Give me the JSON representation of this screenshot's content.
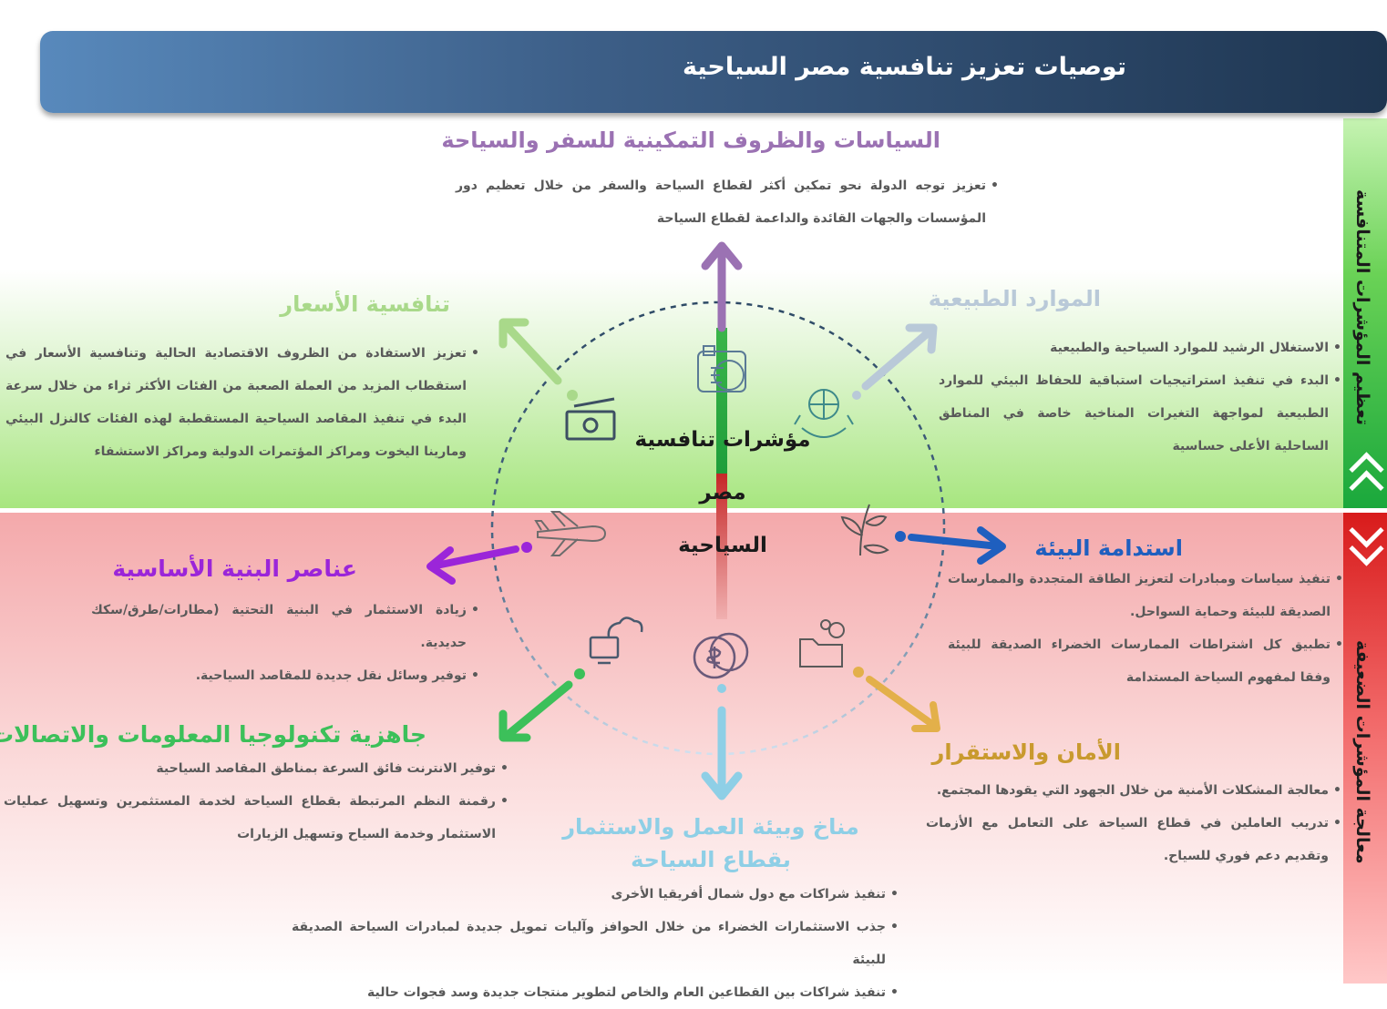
{
  "title": "توصيات تعزيز تنافسية مصر السياحية",
  "side": {
    "top": "تعظيم المؤشرات المتنافسة",
    "bottom": "معالجة المؤشرات الضعيفة"
  },
  "center": {
    "line1": "مؤشرات تنافسية",
    "line2": "مصر",
    "line3": "السياحية"
  },
  "sections": {
    "policies": {
      "heading": "السياسات والظروف التمكينية للسفر والسياحة",
      "items": [
        "تعزيز توجه الدولة نحو تمكين أكثر لقطاع السياحة والسفر من خلال تعظيم دور المؤسسات والجهات القائدة والداعمة لقطاع السياحة"
      ]
    },
    "prices": {
      "heading": "تنافسية الأسعار",
      "items": [
        "تعزيز الاستفادة من الظروف الاقتصادية الحالية وتنافسية الأسعار في استقطاب المزيد من العملة الصعبة من الفئات الأكثر ثراء من خلال سرعة البدء في تنفيذ المقاصد السياحية المستقطبة لهذه الفئات كالنزل البيئي ومارينا اليخوت ومراكز المؤتمرات الدولية ومراكز الاستشفاء"
      ]
    },
    "natural": {
      "heading": "الموارد الطبيعية",
      "items": [
        "الاستغلال الرشيد للموارد السياحية والطبيعية",
        "البدء في تنفيذ استراتيجيات استباقية للحفاظ البيئي للموارد الطبيعية لمواجهة التغيرات المناخية خاصة في المناطق الساحلية الأعلى حساسية"
      ]
    },
    "infrastructure": {
      "heading": "عناصر البنية الأساسية",
      "items": [
        "زيادة الاستثمار في البنية التحتية (مطارات/طرق/سكك حديدية.",
        "توفير وسائل نقل جديدة للمقاصد السياحية."
      ]
    },
    "sustainability": {
      "heading": "استدامة البيئة",
      "items": [
        "تنفيذ سياسات ومبادرات لتعزيز الطاقة المتجددة والممارسات الصديقة للبيئة وحماية السواحل.",
        "تطبيق كل اشتراطات الممارسات الخضراء الصديقة للبيئة وفقا لمفهوم السياحة المستدامة"
      ]
    },
    "ict": {
      "heading": "جاهزية تكنولوجيا المعلومات والاتصالات",
      "items": [
        "توفير الانترنت فائق السرعة بمناطق المقاصد السياحية",
        "رقمنة النظم المرتبطة بقطاع السياحة لخدمة المستثمرين وتسهيل عمليات الاستثمار وخدمة السياح وتسهيل الزيارات"
      ]
    },
    "security": {
      "heading": "الأمان والاستقرار",
      "items": [
        "معالجة المشكلات الأمنية من خلال الجهود التي يقودها المجتمع.",
        "تدريب العاملين في قطاع السياحة على التعامل مع الأزمات وتقديم دعم فوري للسياح."
      ]
    },
    "business": {
      "heading": "مناخ وبيئة العمل والاستثمار بقطاع السياحة",
      "items": [
        "تنفيذ شراكات مع دول شمال أفريقيا الأخرى",
        "جذب الاستثمارات الخضراء من خلال الحوافز وآليات تمويل جديدة لمبادرات السياحة الصديقة للبيئة",
        "تنفيذ شراكات بين القطاعين العام والخاص لتطوير منتجات جديدة وسد فجوات حالية"
      ]
    }
  },
  "colors": {
    "policies": "#9b72b3",
    "prices": "#a9d98a",
    "natural": "#b9c9d8",
    "infrastructure": "#9b25d9",
    "sustainability": "#1f5fbf",
    "ict": "#3cc05a",
    "security": "#c99a2e",
    "business": "#8ecfe6"
  },
  "icons": [
    "policy-travel-icon",
    "money-icon",
    "globe-hands-icon",
    "airplane-icon",
    "plant-icon",
    "cloud-computer-icon",
    "coin-icon",
    "folder-gear-icon"
  ]
}
